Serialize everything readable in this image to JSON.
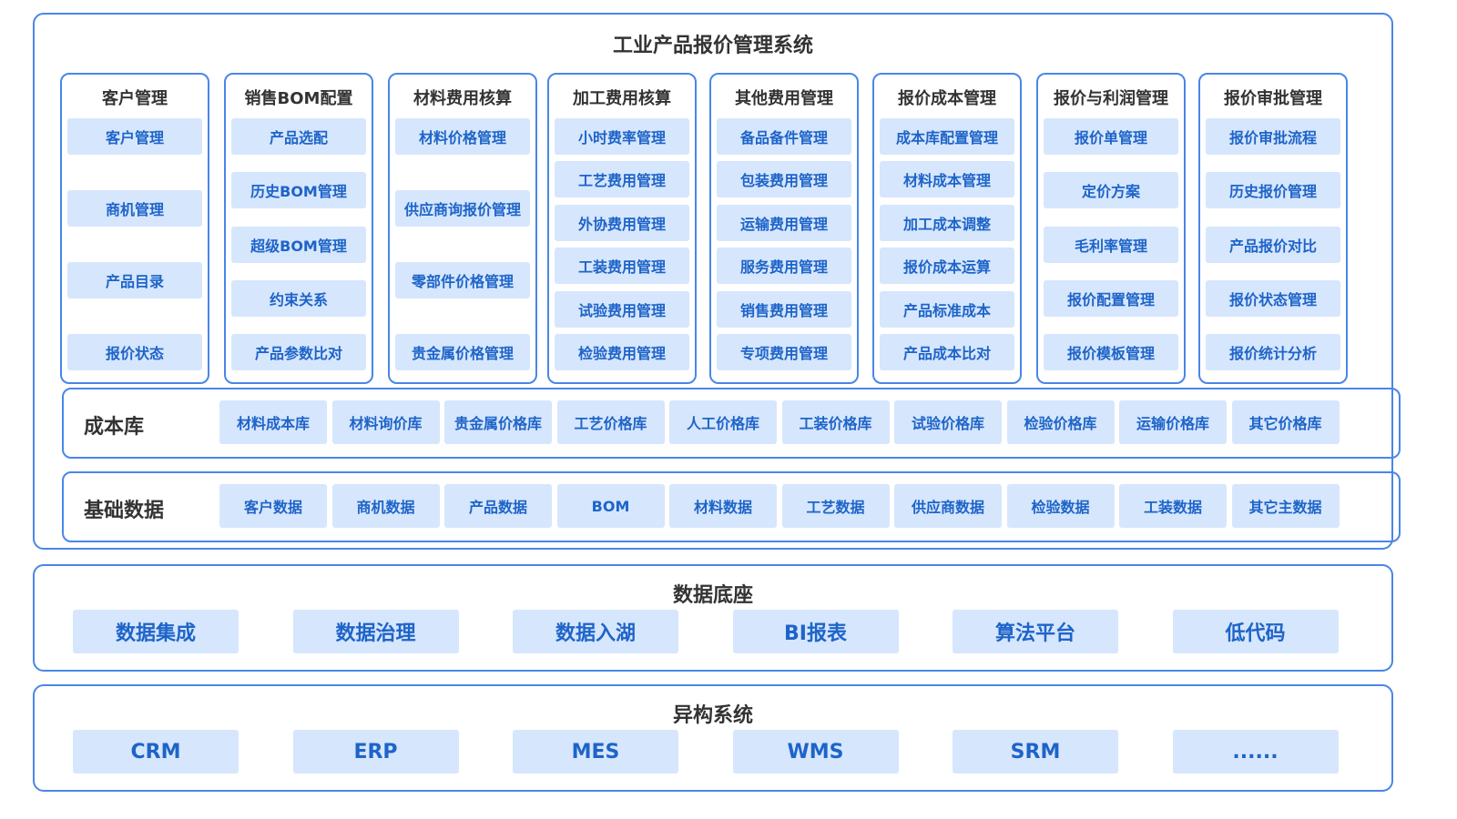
{
  "system_title": "工业产品报价管理系统",
  "modules": [
    {
      "title": "客户管理",
      "items": [
        "客户管理",
        "商机管理",
        "产品目录",
        "报价状态"
      ]
    },
    {
      "title": "销售BOM配置",
      "items": [
        "产品选配",
        "历史BOM管理",
        "超级BOM管理",
        "约束关系",
        "产品参数比对"
      ]
    },
    {
      "title": "材料费用核算",
      "items": [
        "材料价格管理",
        "供应商询报价管理",
        "零部件价格管理",
        "贵金属价格管理"
      ]
    },
    {
      "title": "加工费用核算",
      "items": [
        "小时费率管理",
        "工艺费用管理",
        "外协费用管理",
        "工装费用管理",
        "试验费用管理",
        "检验费用管理"
      ]
    },
    {
      "title": "其他费用管理",
      "items": [
        "备品备件管理",
        "包装费用管理",
        "运输费用管理",
        "服务费用管理",
        "销售费用管理",
        "专项费用管理"
      ]
    },
    {
      "title": "报价成本管理",
      "items": [
        "成本库配置管理",
        "材料成本管理",
        "加工成本调整",
        "报价成本运算",
        "产品标准成本",
        "产品成本比对"
      ]
    },
    {
      "title": "报价与利润管理",
      "items": [
        "报价单管理",
        "定价方案",
        "毛利率管理",
        "报价配置管理",
        "报价模板管理"
      ]
    },
    {
      "title": "报价审批管理",
      "items": [
        "报价审批流程",
        "历史报价管理",
        "产品报价对比",
        "报价状态管理",
        "报价统计分析"
      ]
    }
  ],
  "cost_library": {
    "label": "成本库",
    "items": [
      "材料成本库",
      "材料询价库",
      "贵金属价格库",
      "工艺价格库",
      "人工价格库",
      "工装价格库",
      "试验价格库",
      "检验价格库",
      "运输价格库",
      "其它价格库"
    ]
  },
  "base_data": {
    "label": "基础数据",
    "items": [
      "客户数据",
      "商机数据",
      "产品数据",
      "BOM",
      "材料数据",
      "工艺数据",
      "供应商数据",
      "检验数据",
      "工装数据",
      "其它主数据"
    ]
  },
  "data_platform": {
    "title": "数据底座",
    "items": [
      "数据集成",
      "数据治理",
      "数据入湖",
      "BI报表",
      "算法平台",
      "低代码"
    ]
  },
  "heterogeneous": {
    "title": "异构系统",
    "items": [
      "CRM",
      "ERP",
      "MES",
      "WMS",
      "SRM",
      "......"
    ]
  }
}
